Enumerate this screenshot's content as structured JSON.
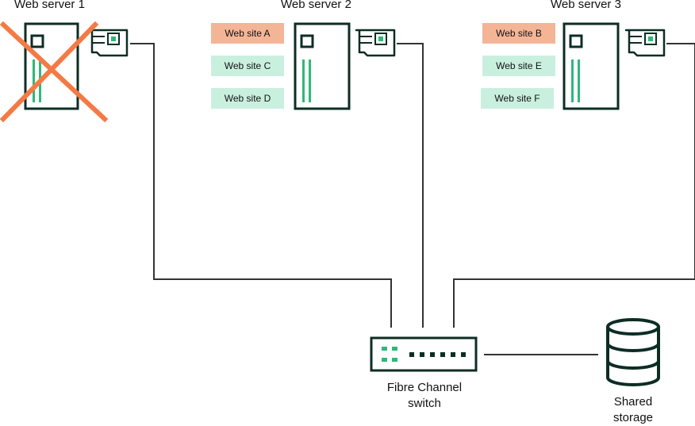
{
  "servers": [
    {
      "title": "Web server 1",
      "failed": true
    },
    {
      "title": "Web server 2",
      "failed": false
    },
    {
      "title": "Web server 3",
      "failed": false
    }
  ],
  "sites": [
    {
      "label": "Web site A",
      "state": "moved"
    },
    {
      "label": "Web site C",
      "state": "normal"
    },
    {
      "label": "Web site D",
      "state": "normal"
    },
    {
      "label": "Web site B",
      "state": "moved"
    },
    {
      "label": "Web site E",
      "state": "normal"
    },
    {
      "label": "Web site F",
      "state": "normal"
    }
  ],
  "switch": {
    "line1": "Fibre Channel",
    "line2": "switch"
  },
  "storage": {
    "line1": "Shared",
    "line2": "storage"
  },
  "colors": {
    "outline": "#0d2d24",
    "accent": "#2fb879",
    "failure": "#f47a45",
    "moved_site": "#f4b597",
    "normal_site": "#c9f0df",
    "cable": "#333333"
  },
  "icons": {
    "server": "server-tower-icon",
    "nic": "network-card-icon",
    "failure": "x-cross-icon",
    "switch": "fibre-switch-icon",
    "storage": "database-cylinder-icon"
  }
}
